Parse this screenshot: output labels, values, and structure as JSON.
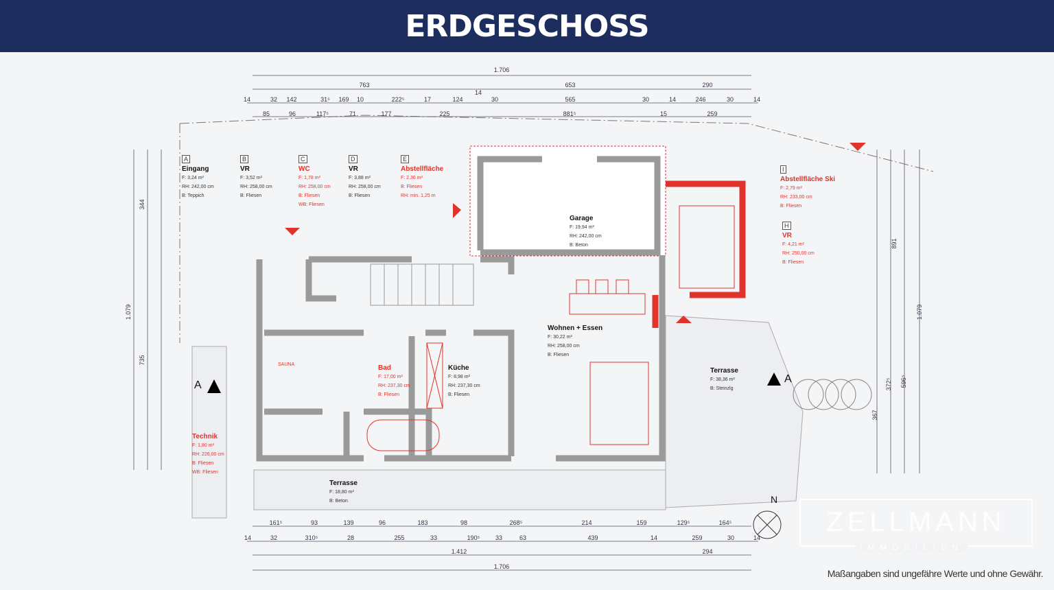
{
  "title": "ERDGESCHOSS",
  "disclaimer": "Maßangaben sind ungefähre Werte und ohne Gewähr.",
  "logo": {
    "name": "ZELLMANN",
    "sub": "IMMOBILIEN"
  },
  "north": "N",
  "section_marker": "A",
  "rooms": [
    {
      "tag": "A",
      "name": "Eingang",
      "lines": [
        "F: 3,24 m²",
        "RH: 242,00 cm",
        "B: Teppich"
      ],
      "red": false
    },
    {
      "tag": "B",
      "name": "VR",
      "lines": [
        "F: 3,52 m²",
        "RH: 258,00 cm",
        "B: Fliesen"
      ],
      "red": false
    },
    {
      "tag": "C",
      "name": "WC",
      "lines": [
        "F: 1,78 m²",
        "RH: 258,00 cm",
        "B: Fliesen",
        "WB: Fliesen"
      ],
      "red": true
    },
    {
      "tag": "D",
      "name": "VR",
      "lines": [
        "F: 3,88 m²",
        "RH: 258,00 cm",
        "B: Fliesen"
      ],
      "red": false
    },
    {
      "tag": "E",
      "name": "Abstellfläche",
      "lines": [
        "F: 2,36 m²",
        "B: Fliesen",
        "RH: min. 1,25 m"
      ],
      "red": true
    },
    {
      "tag": "",
      "name": "Garage",
      "lines": [
        "F: 19,94 m²",
        "RH: 242,00 cm",
        "B: Beton"
      ],
      "red": false
    },
    {
      "tag": "I",
      "name": "Abstellfläche Ski",
      "lines": [
        "F: 2,79 m²",
        "RH: 233,00 cm",
        "B: Fliesen"
      ],
      "red": true
    },
    {
      "tag": "H",
      "name": "VR",
      "lines": [
        "F: 4,21 m²",
        "RH: 250,00 cm",
        "B: Fliesen"
      ],
      "red": true
    },
    {
      "tag": "",
      "name": "Wohnen + Essen",
      "lines": [
        "F: 30,22 m²",
        "RH: 258,00 cm",
        "B: Fliesen"
      ],
      "red": false
    },
    {
      "tag": "",
      "name": "Terrasse",
      "lines": [
        "F: 38,36 m²",
        "B: Steinzlg"
      ],
      "red": false
    },
    {
      "tag": "",
      "name": "Bad",
      "lines": [
        "F: 17,00 m²",
        "RH: 237,30 cm",
        "B: Fliesen"
      ],
      "red": true
    },
    {
      "tag": "",
      "name": "Küche",
      "lines": [
        "F: 8,98 m²",
        "RH: 237,30 cm",
        "B: Fliesen"
      ],
      "red": false
    },
    {
      "tag": "",
      "name": "Technik",
      "lines": [
        "F: 1,80 m²",
        "RH: 226,00 cm",
        "B: Fliesen",
        "WB: Fliesen"
      ],
      "red": true
    },
    {
      "tag": "",
      "name": "Terrasse",
      "lines": [
        "F: 18,80 m²",
        "B: Beton"
      ],
      "red": false
    }
  ],
  "small_labels": {
    "sauna": "SAUNA",
    "garage_label": "Garage"
  },
  "dims": {
    "top1": [
      "1.706"
    ],
    "top2": [
      "763",
      "653",
      "290"
    ],
    "top3": [
      "14",
      "32",
      "142",
      "31⁵",
      "169",
      "10",
      "222⁵",
      "17",
      "124",
      "14",
      "30",
      "565",
      "30",
      "14",
      "246",
      "30",
      "14"
    ],
    "top4": [
      "85",
      "96",
      "117⁵",
      "71",
      "177",
      "225",
      "881⁵",
      "15",
      "259"
    ],
    "bot1": [
      "161⁵",
      "93",
      "139",
      "96",
      "183",
      "98",
      "268⁵",
      "214",
      "159",
      "129⁵",
      "164⁵"
    ],
    "bot2": [
      "14",
      "32",
      "310⁵",
      "28",
      "255",
      "33",
      "190⁵",
      "33",
      "63",
      "439",
      "14",
      "259",
      "30",
      "14"
    ],
    "bot3": [
      "1.412",
      "294"
    ],
    "bot4": [
      "1.706"
    ],
    "left": [
      "1.079",
      "344",
      "735"
    ],
    "right": [
      "1.079",
      "891",
      "372⁵",
      "596⁵",
      "367"
    ]
  },
  "colors": {
    "header": "#1d2d5e",
    "wall": "#9a9a9a",
    "accent": "#e0332b"
  }
}
